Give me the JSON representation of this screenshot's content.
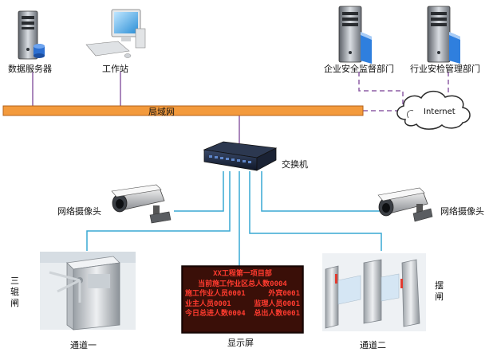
{
  "labels": {
    "data_server": "数据服务器",
    "workstation": "工作站",
    "enterprise_dept": "企业安全监督部门",
    "industry_dept": "行业安检管理部门",
    "lan": "局域网",
    "internet": "Internet",
    "switch": "交换机",
    "camera_left": "网络摄像头",
    "camera_right": "网络摄像头",
    "tripod_gate": "三辊闸",
    "swing_gate": "摆闸",
    "channel_1": "通道一",
    "display": "显示屏",
    "channel_2": "通道二"
  },
  "led": {
    "line1": "XX工程第一项目部",
    "line2": "当前施工作业区总人数0004",
    "line3_left": "施工作业人员0001",
    "line3_right": "外宾0001",
    "line4_left": "业主人员0001",
    "line4_right": "监理人员0001",
    "line5_left": "今日总进人数0004",
    "line5_right": "总出人数0001"
  },
  "colors": {
    "lan_bar": "#f39a3c",
    "lan_border": "#b3621a",
    "link_blue": "#39a9d4",
    "link_purple": "#8d5fa6",
    "led_bg": "#2a0a06",
    "led_text": "#ff3b2f"
  }
}
